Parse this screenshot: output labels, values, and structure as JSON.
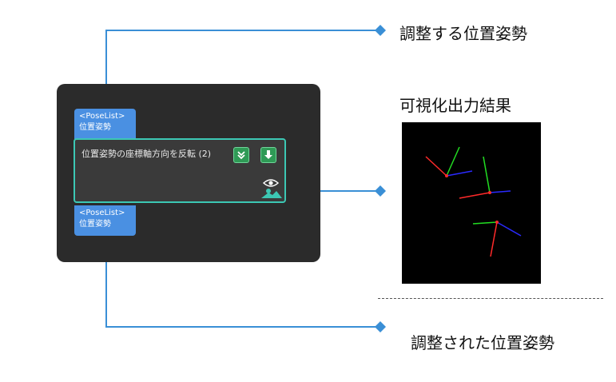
{
  "captions": {
    "top": "調整する位置姿勢",
    "middle": "可視化出力結果",
    "bottom": "調整された位置姿勢"
  },
  "node": {
    "title": "位置姿勢の座標軸方向を反転 (2)",
    "input_port": {
      "type": "<PoseList>",
      "label": "位置姿勢"
    },
    "output_port": {
      "type": "<PoseList>",
      "label": "位置姿勢"
    }
  },
  "icons": [
    "chevron-down-icon",
    "download-icon",
    "eye-icon"
  ],
  "colors": {
    "port": "#4a90e2",
    "node_border": "#3cc8b4",
    "panel": "#2b2b2b",
    "connector": "#3a8fd6",
    "button": "#2f9a56",
    "axis_x": "#ff2a2a",
    "axis_y": "#22dd22",
    "axis_z": "#2a2aff"
  }
}
